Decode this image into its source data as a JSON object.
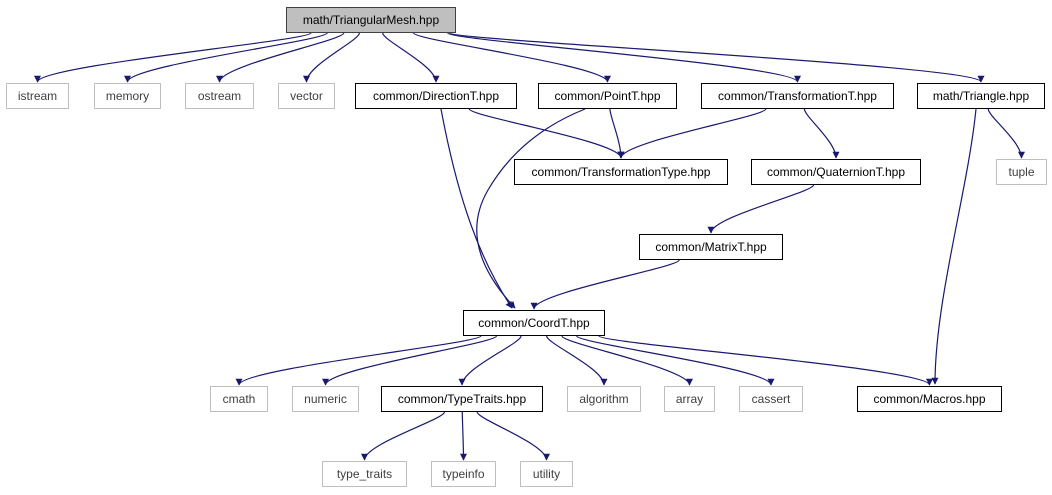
{
  "graph": {
    "edge_color": "#191970",
    "root_fill": "#bfbfbf",
    "local_border": "#000000",
    "system_border": "#bfbfbf",
    "nodes": [
      {
        "id": "mesh",
        "label": "math/TriangularMesh.hpp",
        "kind": "root"
      },
      {
        "id": "istream",
        "label": "istream",
        "kind": "system"
      },
      {
        "id": "memory",
        "label": "memory",
        "kind": "system"
      },
      {
        "id": "ostream",
        "label": "ostream",
        "kind": "system"
      },
      {
        "id": "vector",
        "label": "vector",
        "kind": "system"
      },
      {
        "id": "direction",
        "label": "common/DirectionT.hpp",
        "kind": "local"
      },
      {
        "id": "point",
        "label": "common/PointT.hpp",
        "kind": "local"
      },
      {
        "id": "transformation",
        "label": "common/TransformationT.hpp",
        "kind": "local"
      },
      {
        "id": "triangle",
        "label": "math/Triangle.hpp",
        "kind": "local"
      },
      {
        "id": "transformtype",
        "label": "common/TransformationType.hpp",
        "kind": "local"
      },
      {
        "id": "quaternion",
        "label": "common/QuaternionT.hpp",
        "kind": "local"
      },
      {
        "id": "tuple",
        "label": "tuple",
        "kind": "system"
      },
      {
        "id": "matrix",
        "label": "common/MatrixT.hpp",
        "kind": "local"
      },
      {
        "id": "coord",
        "label": "common/CoordT.hpp",
        "kind": "local"
      },
      {
        "id": "cmath",
        "label": "cmath",
        "kind": "system"
      },
      {
        "id": "numeric",
        "label": "numeric",
        "kind": "system"
      },
      {
        "id": "typetraits",
        "label": "common/TypeTraits.hpp",
        "kind": "local"
      },
      {
        "id": "algorithm",
        "label": "algorithm",
        "kind": "system"
      },
      {
        "id": "array",
        "label": "array",
        "kind": "system"
      },
      {
        "id": "cassert",
        "label": "cassert",
        "kind": "system"
      },
      {
        "id": "macros",
        "label": "common/Macros.hpp",
        "kind": "local"
      },
      {
        "id": "type_traits",
        "label": "type_traits",
        "kind": "system"
      },
      {
        "id": "typeinfo",
        "label": "typeinfo",
        "kind": "system"
      },
      {
        "id": "utility",
        "label": "utility",
        "kind": "system"
      }
    ],
    "edges": [
      [
        "mesh",
        "istream"
      ],
      [
        "mesh",
        "memory"
      ],
      [
        "mesh",
        "ostream"
      ],
      [
        "mesh",
        "vector"
      ],
      [
        "mesh",
        "direction"
      ],
      [
        "mesh",
        "point"
      ],
      [
        "mesh",
        "transformation"
      ],
      [
        "mesh",
        "triangle"
      ],
      [
        "direction",
        "transformtype"
      ],
      [
        "direction",
        "coord"
      ],
      [
        "point",
        "transformtype"
      ],
      [
        "point",
        "coord"
      ],
      [
        "transformation",
        "transformtype"
      ],
      [
        "transformation",
        "quaternion"
      ],
      [
        "quaternion",
        "matrix"
      ],
      [
        "matrix",
        "coord"
      ],
      [
        "triangle",
        "tuple"
      ],
      [
        "triangle",
        "macros"
      ],
      [
        "coord",
        "cmath"
      ],
      [
        "coord",
        "numeric"
      ],
      [
        "coord",
        "typetraits"
      ],
      [
        "coord",
        "algorithm"
      ],
      [
        "coord",
        "array"
      ],
      [
        "coord",
        "cassert"
      ],
      [
        "coord",
        "macros"
      ],
      [
        "typetraits",
        "type_traits"
      ],
      [
        "typetraits",
        "typeinfo"
      ],
      [
        "typetraits",
        "utility"
      ]
    ]
  }
}
